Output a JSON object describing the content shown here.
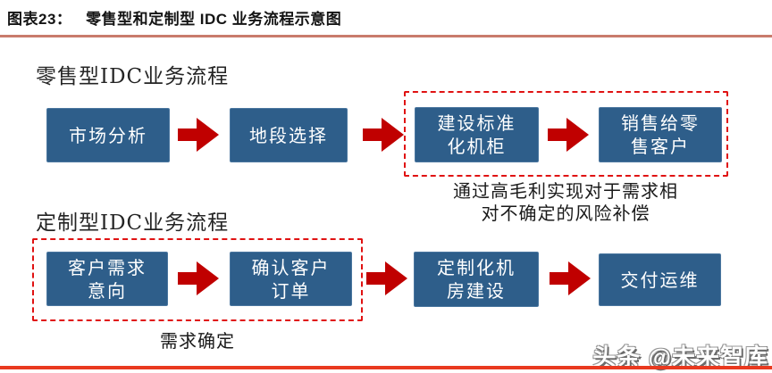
{
  "figure": {
    "title": "图表23：   零售型和定制型 IDC 业务流程示意图"
  },
  "retail": {
    "heading": "零售型IDC业务流程",
    "steps": [
      "市场分析",
      "地段选择",
      "建设标准\n化机柜",
      "销售给零\n售客户"
    ],
    "annotation": "通过高毛利实现对于需求相\n对不确定的风险补偿"
  },
  "custom": {
    "heading": "定制型IDC业务流程",
    "steps": [
      "客户需求\n意向",
      "确认客户\n订单",
      "定制化机\n房建设",
      "交付运维"
    ],
    "annotation": "需求确定"
  },
  "watermark": "头条 @未来智库",
  "colors": {
    "step_box_blue": "#2E5E8A",
    "arrow_red": "#C00000",
    "highlight_dashed_red": "#E01212",
    "title_rule_salmon": "#C97B6C",
    "bottom_rule_red": "#E9391F"
  }
}
